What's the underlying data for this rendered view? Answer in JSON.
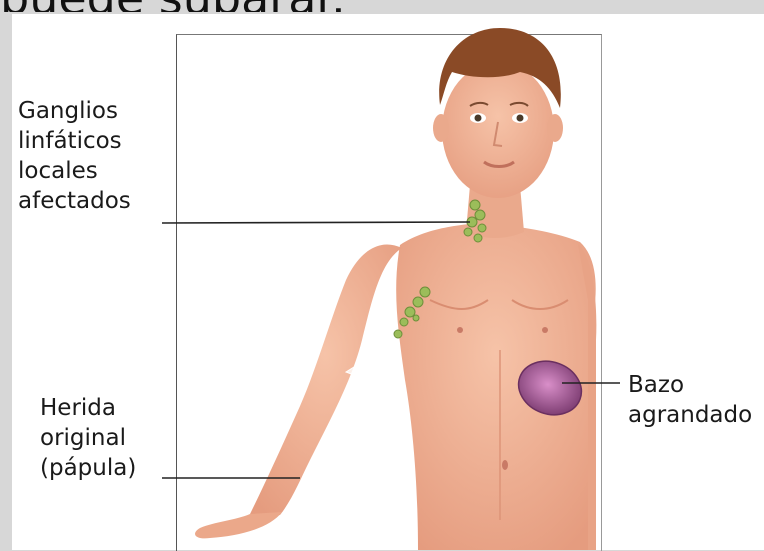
{
  "title": "puede suparar.",
  "labels": {
    "lymph_nodes": [
      "Ganglios",
      "linfáticos",
      "locales",
      "afectados"
    ],
    "wound": [
      "Herida",
      "original",
      "(pápula)"
    ],
    "spleen": [
      "Bazo",
      "agrandado"
    ]
  },
  "colors": {
    "skin": "#f2b59a",
    "skin_shadow": "#e39b7e",
    "hair": "#8a4a26",
    "lymph": "#9bbd5a",
    "spleen": "#9a4f8c",
    "background": "#d7d7d7",
    "panel": "#ffffff"
  }
}
